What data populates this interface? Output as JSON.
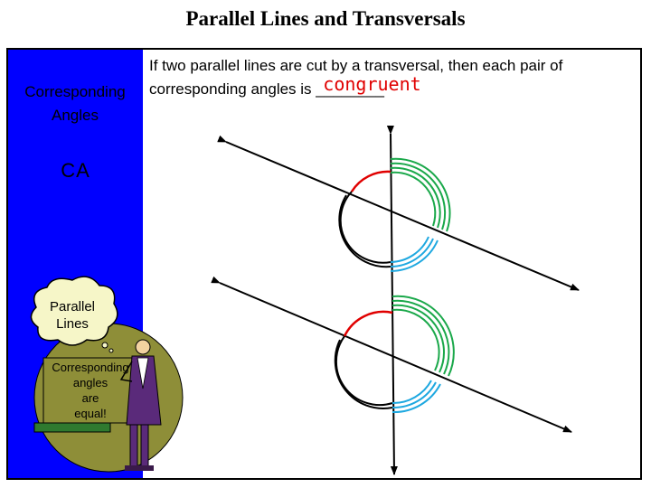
{
  "title": "Parallel Lines and Transversals",
  "sidebar": {
    "topic_line1": "Corresponding",
    "topic_line2": "Angles",
    "abbreviation": "CA"
  },
  "statement": {
    "line1": "If two parallel lines are cut by a transversal, then each pair of",
    "line2_prefix": "corresponding angles is ",
    "blank": "________",
    "answer": "congruent"
  },
  "cartoon": {
    "thought_line1": "Parallel",
    "thought_line2": "Lines",
    "sign_line1": "Corresponding",
    "sign_line2": "angles",
    "sign_line3": "are",
    "sign_line4": "equal!"
  },
  "colors": {
    "sidebar_blue": "#0000ff",
    "answer_red": "#e00000",
    "angle_red": "#e00000",
    "angle_green": "#1aa84a",
    "angle_cyan": "#1ea8e0",
    "angle_black": "#000000"
  }
}
